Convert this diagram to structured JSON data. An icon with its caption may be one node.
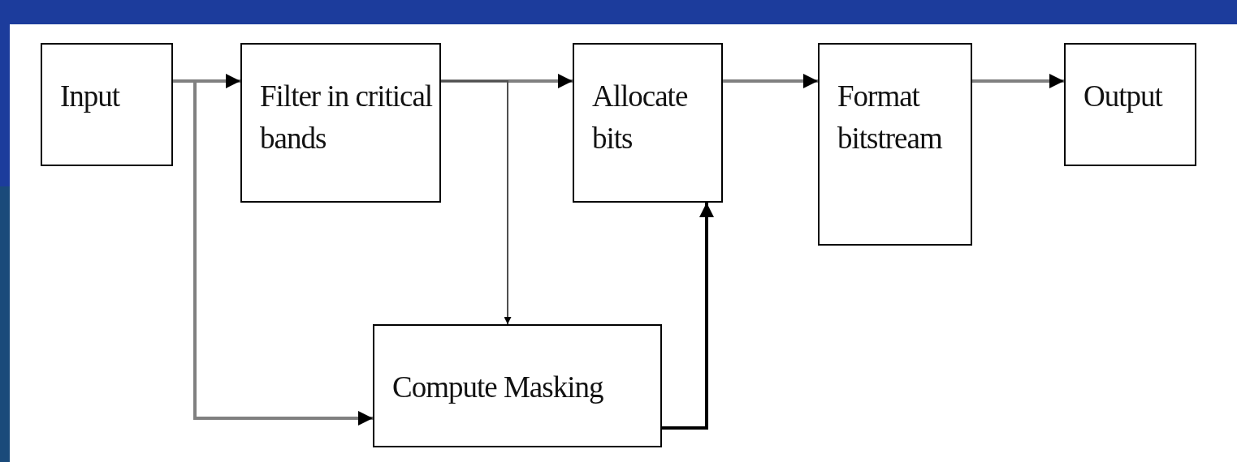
{
  "diagram": {
    "nodes": [
      {
        "text": [
          "Input"
        ]
      },
      {
        "text": [
          "Filter in critical bands"
        ]
      },
      {
        "text": [
          "Allocate bits"
        ]
      },
      {
        "text": [
          "Format bitstream"
        ]
      },
      {
        "text": [
          "Output"
        ]
      },
      {
        "text": [
          "Compute Masking"
        ]
      }
    ],
    "edges": [
      {
        "from": 0,
        "to": 1,
        "arrow": "to"
      },
      {
        "from": 1,
        "to": 2,
        "arrow": "to"
      },
      {
        "from": 2,
        "to": 3,
        "arrow": "to"
      },
      {
        "from": 3,
        "to": 4,
        "arrow": "to"
      },
      {
        "from": 1,
        "to": 5,
        "arrow": "to",
        "color": "#505050"
      },
      {
        "from": 0,
        "to": 5,
        "arrow": "to"
      },
      {
        "from": 5,
        "to": 2,
        "arrow": "to",
        "color": "#000000"
      }
    ]
  }
}
